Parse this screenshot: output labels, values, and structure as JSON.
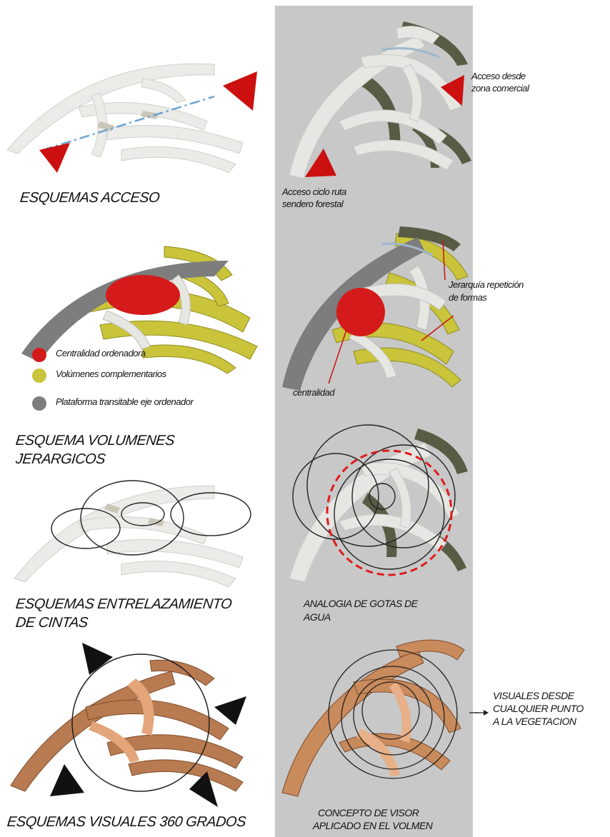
{
  "colors": {
    "panel_bg": "#c8c8c8",
    "access_red": "#cc1010",
    "central_red": "#d41a1a",
    "complementary_yellow": "#c9c43a",
    "platform_gray": "#7d7d7d",
    "ribbon_white": "#e8e8e4",
    "ribbon_shadow": "#5c6048",
    "visual_brown": "#b87a50",
    "axis_blue": "#6aa3d4"
  },
  "row1": {
    "left_title": "ESQUEMAS ACCESO",
    "right_note_top_1": "Acceso desde",
    "right_note_top_2": "zona comercial",
    "right_note_bottom_1": "Acceso ciclo ruta",
    "right_note_bottom_2": "sendero forestal"
  },
  "row2": {
    "legend": [
      {
        "label": "Centralidad ordenadora",
        "color": "#d41a1a"
      },
      {
        "label": "Volúmenes complementarios",
        "color": "#c9c43a"
      },
      {
        "label": "Plataforma transitable eje ordenador",
        "color": "#7d7d7d"
      }
    ],
    "left_title_1": "ESQUEMA VOLUMENES",
    "left_title_2": "JERARGICOS",
    "right_note_hier_1": "Jerarquía repetición",
    "right_note_hier_2": "de formas",
    "right_note_center": "centralidad"
  },
  "row3": {
    "left_title_1": "ESQUEMAS ENTRELAZAMIENTO",
    "left_title_2": "DE CINTAS",
    "right_title_1": "ANALOGIA DE GOTAS DE",
    "right_title_2": "AGUA"
  },
  "row4": {
    "left_title": "ESQUEMAS VISUALES 360 GRADOS",
    "right_title_1": "CONCEPTO  DE VISOR",
    "right_title_2": "APLICADO EN EL VOLMEN",
    "side_note_1": "VISUALES DESDE",
    "side_note_2": "CUALQUIER PUNTO",
    "side_note_3": "A LA VEGETACION"
  }
}
